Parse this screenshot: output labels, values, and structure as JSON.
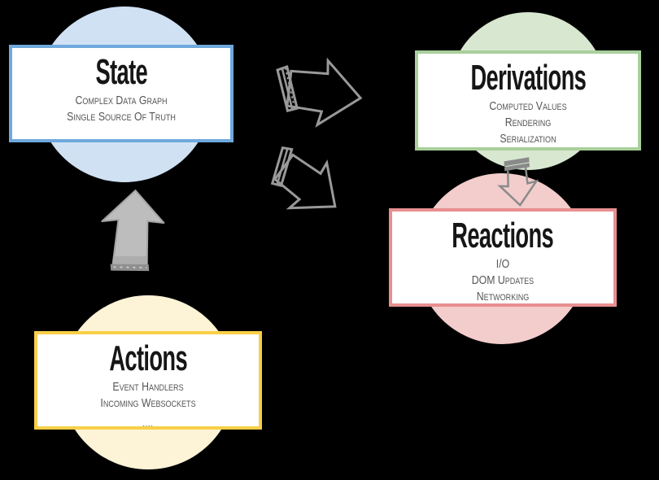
{
  "canvas": {
    "background": "#000000"
  },
  "nodes": {
    "state": {
      "title": "State",
      "lines": [
        "Complex Data Graph",
        "Single Source Of Truth"
      ],
      "border_color": "#6fa8dc",
      "circle_color": "#cfe1f3"
    },
    "derivations": {
      "title": "Derivations",
      "lines": [
        "Computed Values",
        "Rendering",
        "Serialization"
      ],
      "border_color": "#a9cf9b",
      "circle_color": "#d8e8d0"
    },
    "reactions": {
      "title": "Reactions",
      "lines": [
        "I/O",
        "DOM Updates",
        "Networking"
      ],
      "border_color": "#e88f8f",
      "circle_color": "#f3cccc"
    },
    "actions": {
      "title": "Actions",
      "lines": [
        "Event Handlers",
        "Incoming Websockets",
        "...."
      ],
      "border_color": "#f8cf47",
      "circle_color": "#fdf3d6"
    }
  },
  "arrows": {
    "outline_color": "#999999",
    "small_arrow_color": "#8a8a8a",
    "filled_fill": "#bdbdbd",
    "filled_stroke": "#a3a3a3",
    "filled_band": "#8f8f8f"
  }
}
